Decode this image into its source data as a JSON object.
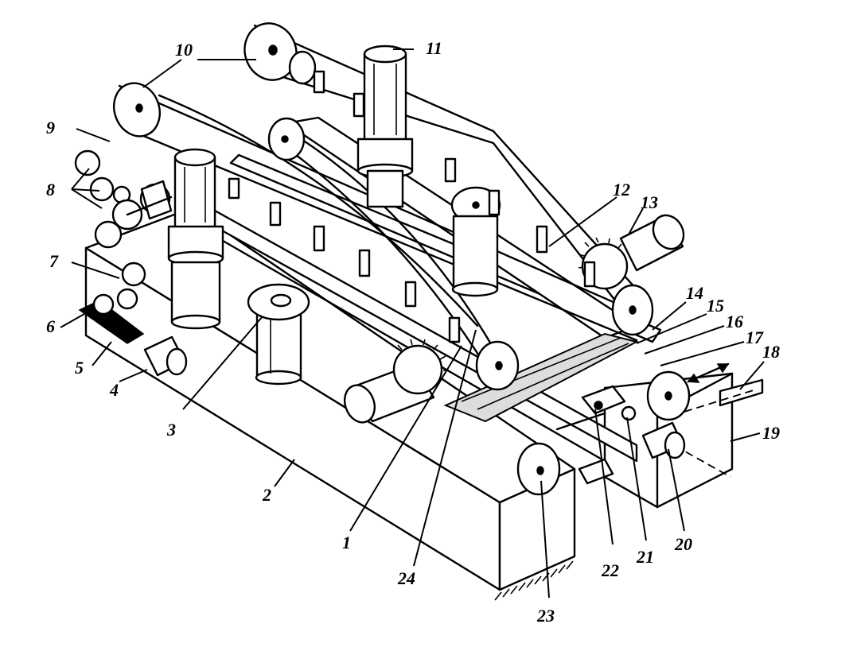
{
  "figure": {
    "labels": [
      {
        "id": "1",
        "text": "1"
      },
      {
        "id": "2",
        "text": "2"
      },
      {
        "id": "3",
        "text": "3"
      },
      {
        "id": "4",
        "text": "4"
      },
      {
        "id": "5",
        "text": "5"
      },
      {
        "id": "6",
        "text": "6"
      },
      {
        "id": "7",
        "text": "7"
      },
      {
        "id": "8",
        "text": "8"
      },
      {
        "id": "9",
        "text": "9"
      },
      {
        "id": "10",
        "text": "10"
      },
      {
        "id": "11",
        "text": "11"
      },
      {
        "id": "12",
        "text": "12"
      },
      {
        "id": "13",
        "text": "13"
      },
      {
        "id": "14",
        "text": "14"
      },
      {
        "id": "15",
        "text": "15"
      },
      {
        "id": "16",
        "text": "16"
      },
      {
        "id": "17",
        "text": "17"
      },
      {
        "id": "18",
        "text": "18"
      },
      {
        "id": "19",
        "text": "19"
      },
      {
        "id": "20",
        "text": "20"
      },
      {
        "id": "21",
        "text": "21"
      },
      {
        "id": "22",
        "text": "22"
      },
      {
        "id": "23",
        "text": "23"
      },
      {
        "id": "24",
        "text": "24"
      }
    ]
  }
}
